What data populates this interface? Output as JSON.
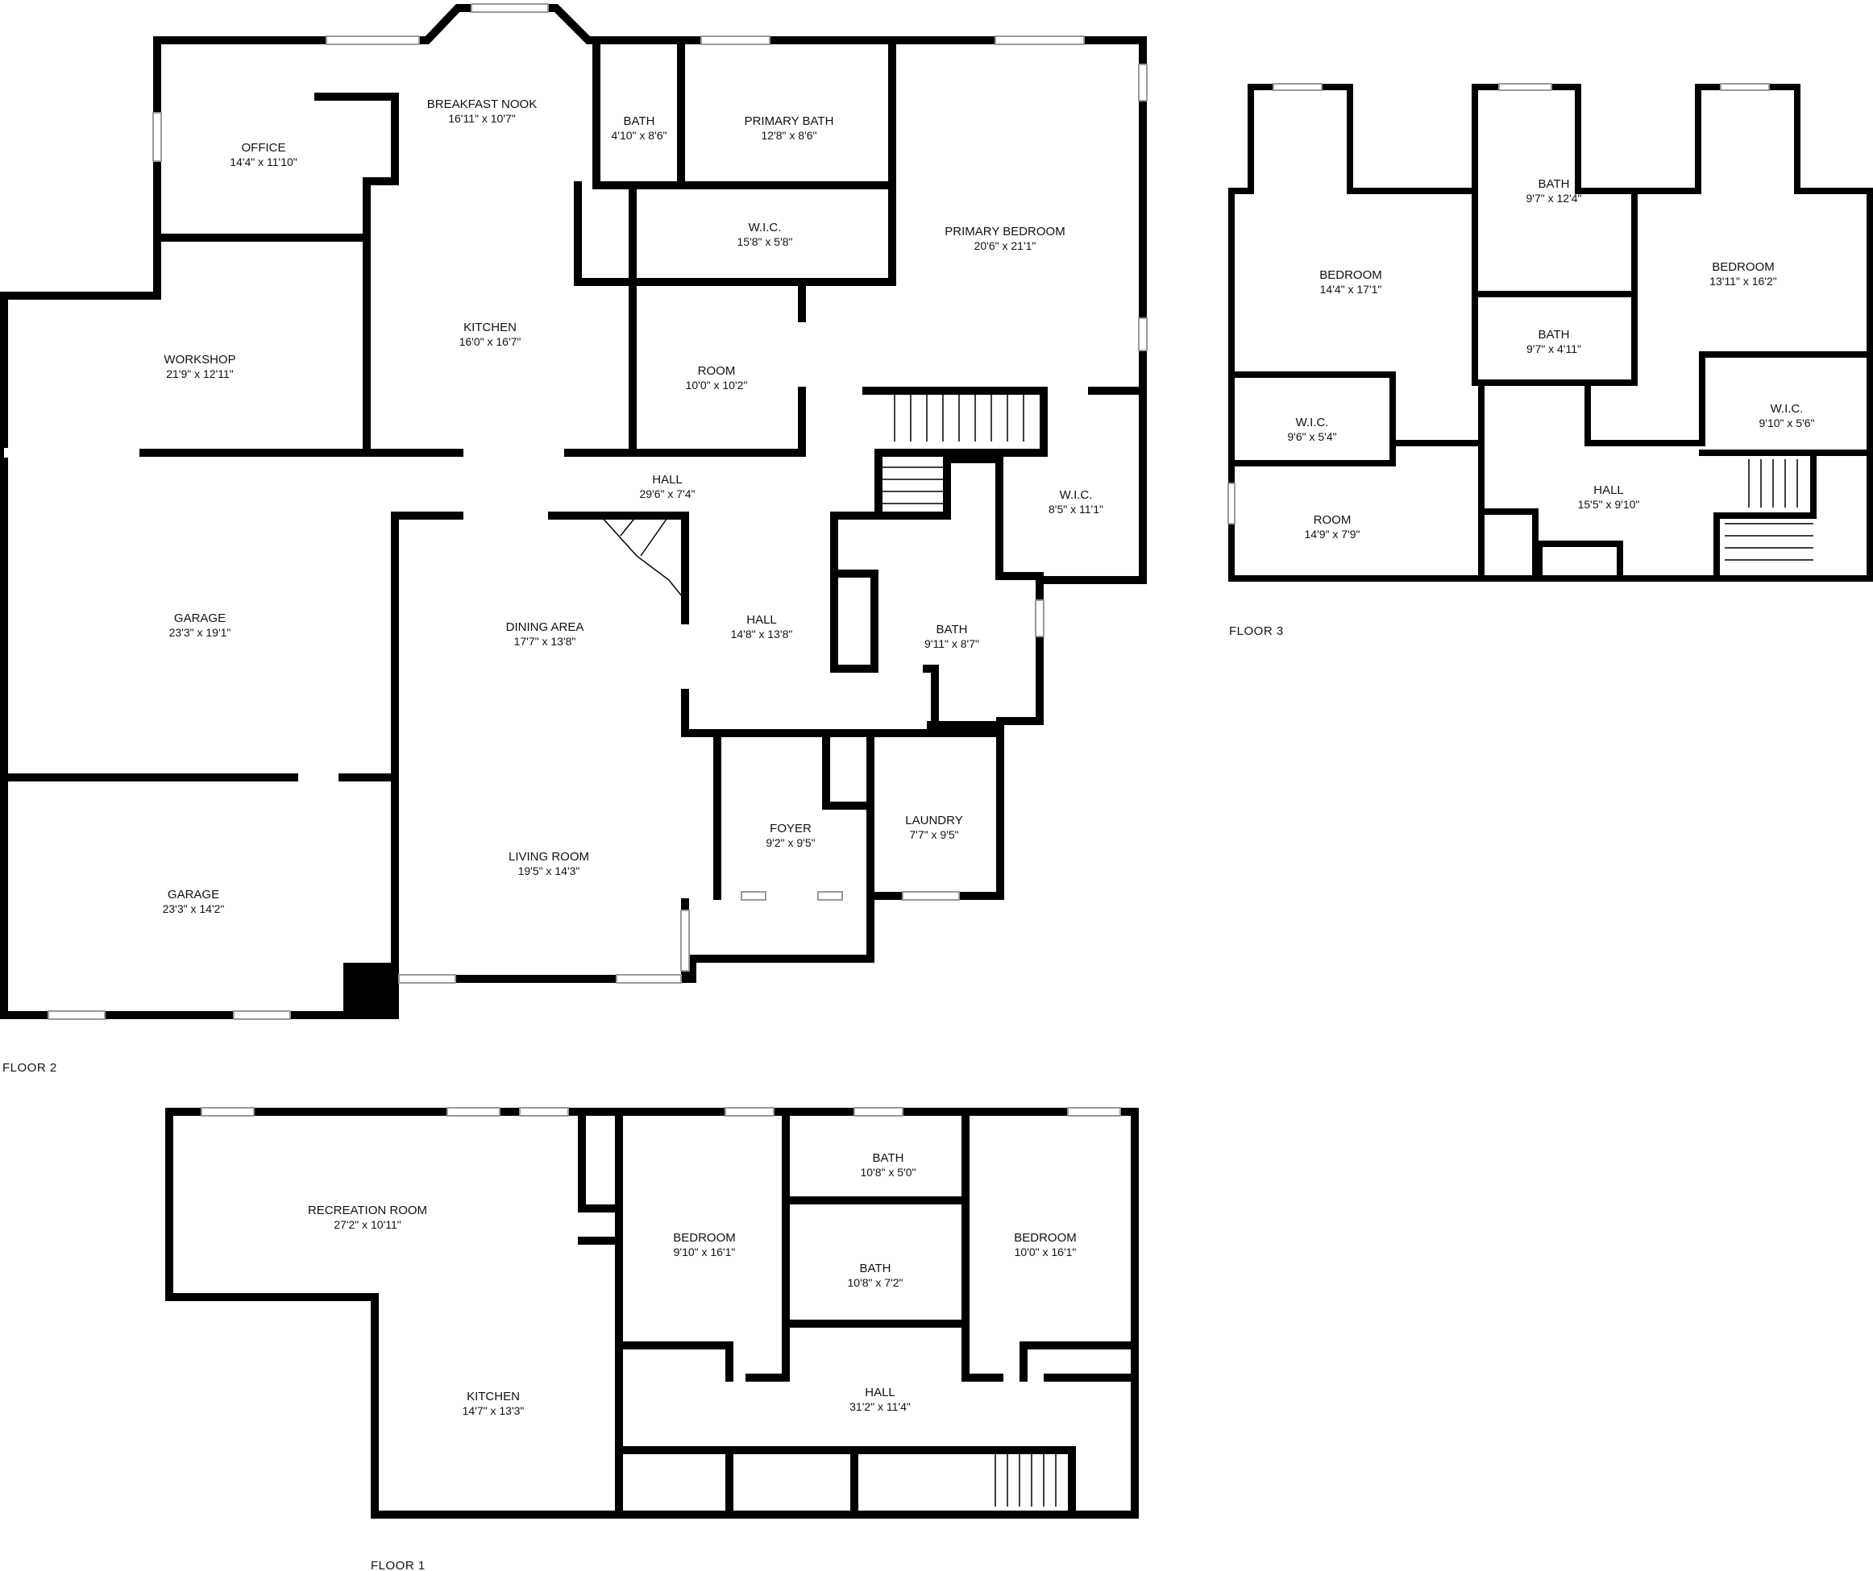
{
  "floors": {
    "floor2": {
      "label": "FLOOR 2",
      "rooms": {
        "office": {
          "name": "OFFICE",
          "dims": "14'4\" x 11'10\""
        },
        "breakfast_nook": {
          "name": "BREAKFAST NOOK",
          "dims": "16'11\" x 10'7\""
        },
        "bath_small": {
          "name": "BATH",
          "dims": "4'10\" x 8'6\""
        },
        "primary_bath": {
          "name": "PRIMARY BATH",
          "dims": "12'8\" x 8'6\""
        },
        "wic_main": {
          "name": "W.I.C.",
          "dims": "15'8\" x 5'8\""
        },
        "primary_bedroom": {
          "name": "PRIMARY BEDROOM",
          "dims": "20'6\" x 21'1\""
        },
        "workshop": {
          "name": "WORKSHOP",
          "dims": "21'9\" x 12'11\""
        },
        "kitchen": {
          "name": "KITCHEN",
          "dims": "16'0\" x 16'7\""
        },
        "room": {
          "name": "ROOM",
          "dims": "10'0\" x 10'2\""
        },
        "hall_long": {
          "name": "HALL",
          "dims": "29'6\" x 7'4\""
        },
        "wic_side": {
          "name": "W.I.C.",
          "dims": "8'5\" x 11'1\""
        },
        "garage_1": {
          "name": "GARAGE",
          "dims": "23'3\" x 19'1\""
        },
        "dining_area": {
          "name": "DINING AREA",
          "dims": "17'7\" x 13'8\""
        },
        "hall_center": {
          "name": "HALL",
          "dims": "14'8\" x 13'8\""
        },
        "bath_center": {
          "name": "BATH",
          "dims": "9'11\" x 8'7\""
        },
        "foyer": {
          "name": "FOYER",
          "dims": "9'2\" x 9'5\""
        },
        "laundry": {
          "name": "LAUNDRY",
          "dims": "7'7\" x 9'5\""
        },
        "living_room": {
          "name": "LIVING ROOM",
          "dims": "19'5\" x 14'3\""
        },
        "garage_2": {
          "name": "GARAGE",
          "dims": "23'3\" x 14'2\""
        }
      }
    },
    "floor3": {
      "label": "FLOOR 3",
      "rooms": {
        "bedroom_left": {
          "name": "BEDROOM",
          "dims": "14'4\" x 17'1\""
        },
        "bath_top": {
          "name": "BATH",
          "dims": "9'7\" x 12'4\""
        },
        "bedroom_right": {
          "name": "BEDROOM",
          "dims": "13'11\" x 16'2\""
        },
        "bath_mid": {
          "name": "BATH",
          "dims": "9'7\" x 4'11\""
        },
        "wic_left": {
          "name": "W.I.C.",
          "dims": "9'6\" x 5'4\""
        },
        "wic_right": {
          "name": "W.I.C.",
          "dims": "9'10\" x 5'6\""
        },
        "hall": {
          "name": "HALL",
          "dims": "15'5\" x 9'10\""
        },
        "room": {
          "name": "ROOM",
          "dims": "14'9\" x 7'9\""
        }
      }
    },
    "floor1": {
      "label": "FLOOR 1",
      "rooms": {
        "recreation_room": {
          "name": "RECREATION ROOM",
          "dims": "27'2\" x 10'11\""
        },
        "bedroom_left": {
          "name": "BEDROOM",
          "dims": "9'10\" x 16'1\""
        },
        "bath_top": {
          "name": "BATH",
          "dims": "10'8\" x 5'0\""
        },
        "bath_mid": {
          "name": "BATH",
          "dims": "10'8\" x 7'2\""
        },
        "bedroom_right": {
          "name": "BEDROOM",
          "dims": "10'0\" x 16'1\""
        },
        "kitchen": {
          "name": "KITCHEN",
          "dims": "14'7\" x 13'3\""
        },
        "hall": {
          "name": "HALL",
          "dims": "31'2\" x 11'4\""
        }
      }
    }
  },
  "colors": {
    "wall": "#000000",
    "background": "#ffffff",
    "window": "#dcdcdc"
  }
}
